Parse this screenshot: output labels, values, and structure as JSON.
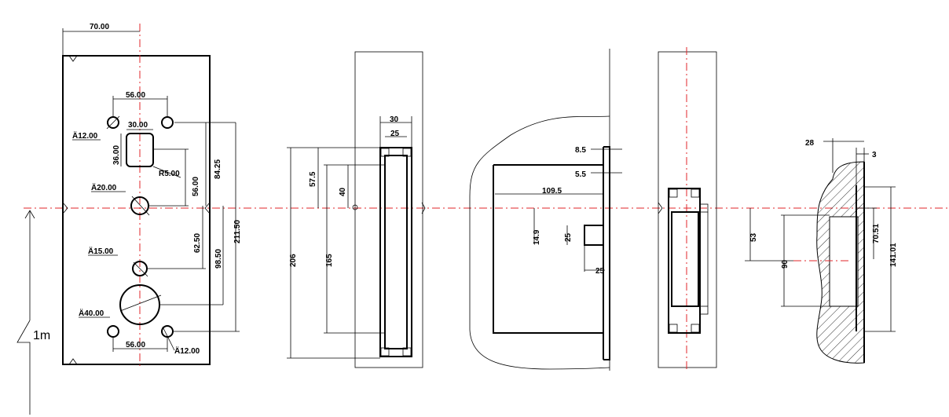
{
  "view1": {
    "width": "70.00",
    "hole_spacing_top": "56.00",
    "dia_12_top": "Ä12.00",
    "slot_width": "30.00",
    "slot_height": "36.00",
    "radius": "R5.00",
    "dia_20": "Ä20.00",
    "dia_15": "Ä15.00",
    "dia_40": "Ä40.00",
    "hole_spacing_bottom": "56.00",
    "dia_12_bottom": "Ä12.00",
    "d_56": "56.00",
    "d_84": "84.25",
    "d_62": "62.50",
    "d_98": "98.50",
    "d_211": "211.50"
  },
  "view2": {
    "d30": "30",
    "d25": "25",
    "d57": "57.5",
    "d40": "40",
    "d206": "206",
    "d165": "165"
  },
  "view3": {
    "d85": "8.5",
    "d55": "5.5",
    "d109": "109.5",
    "d149": "14.9",
    "d25a": "25",
    "d25b": "25"
  },
  "view5": {
    "d28": "28",
    "d3": "3",
    "d53": "53",
    "d90": "90",
    "d7051": "70.51",
    "d14101": "141.01"
  },
  "level_label": "1m",
  "colors": {
    "line": "#000000",
    "centerline": "#e0242a"
  }
}
